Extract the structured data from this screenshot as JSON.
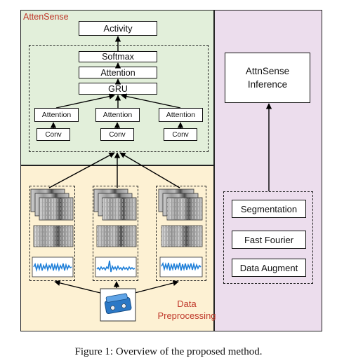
{
  "attensense": {
    "title": "AttenSense",
    "activity": "Activity",
    "softmax": "Softmax",
    "attention": "Attention",
    "gru": "GRU",
    "branches": [
      {
        "attention": "Attention",
        "conv": "Conv"
      },
      {
        "attention": "Attention",
        "conv": "Conv"
      },
      {
        "attention": "Attention",
        "conv": "Conv"
      }
    ]
  },
  "preprocessing": {
    "title_line1": "Data",
    "title_line2": "Preprocessing"
  },
  "inference": {
    "title_line1": "AttnSense",
    "title_line2": "Inference",
    "steps": [
      "Segmentation",
      "Fast Fourier",
      "Data Augment"
    ]
  },
  "caption": "Figure 1: Overview of the proposed method.",
  "colors": {
    "attensense_bg": "#e2efda",
    "preprocessing_bg": "#fdf1d3",
    "inference_bg": "#ecdded",
    "title_red": "#c0392b",
    "waveform_blue": "#1f7fd8"
  }
}
